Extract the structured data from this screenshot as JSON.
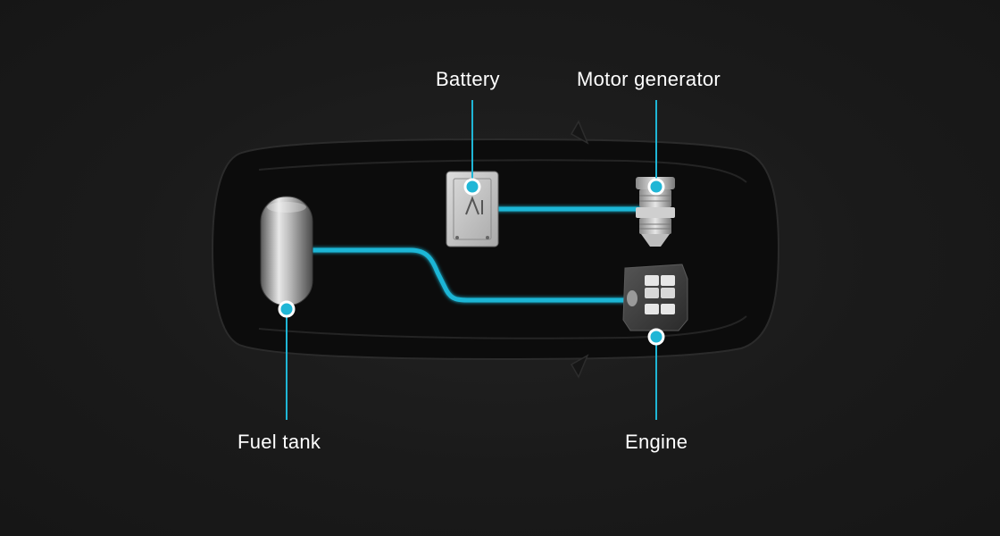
{
  "labels": {
    "battery": "Battery",
    "motor_generator": "Motor generator",
    "fuel_tank": "Fuel tank",
    "engine": "Engine"
  },
  "colors": {
    "background": "#1a1a1a",
    "accent": "#1fb6d6",
    "text": "#ffffff"
  }
}
